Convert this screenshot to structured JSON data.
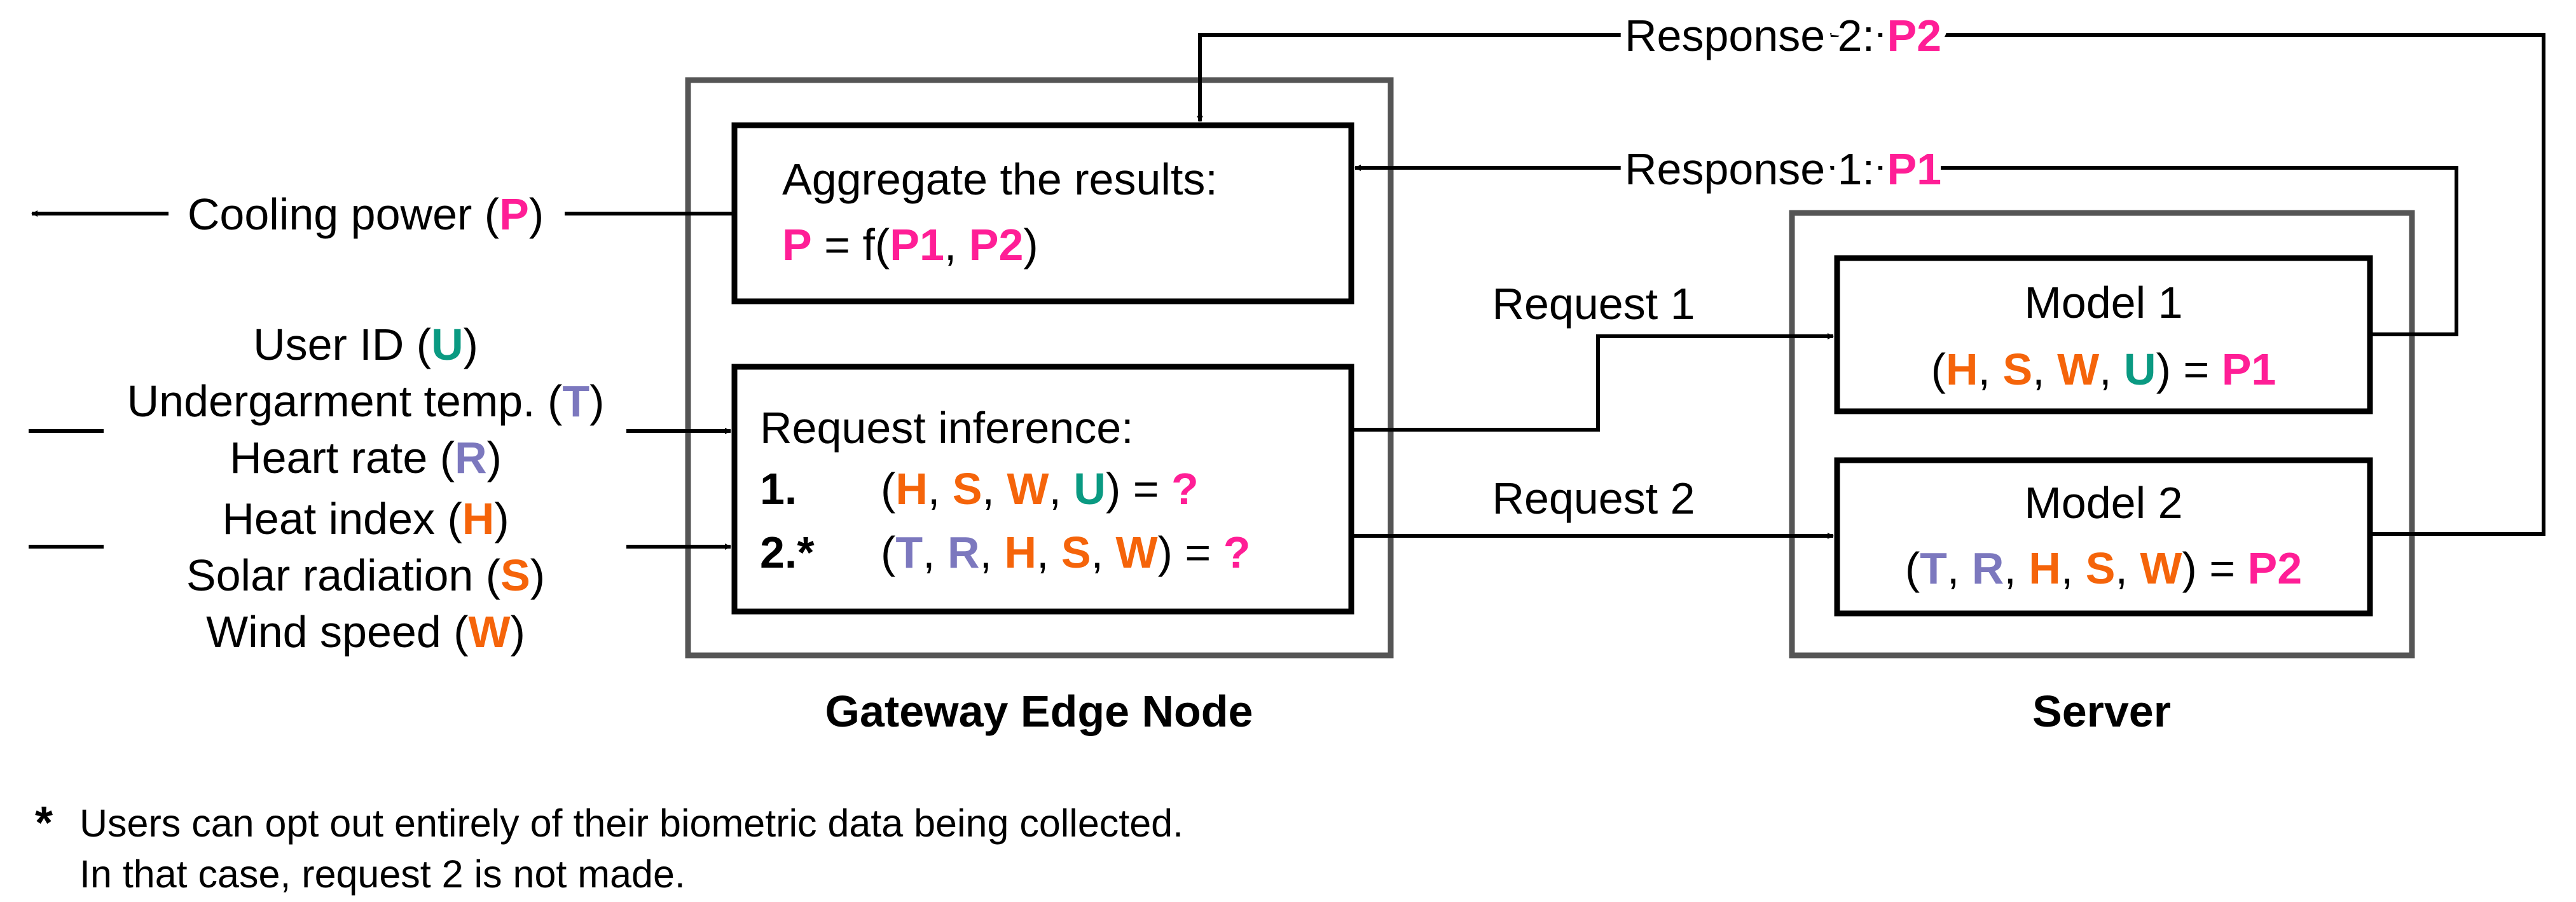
{
  "colors": {
    "P": "#ff1e96",
    "env": "#f5640a",
    "U": "#0a9a82",
    "bio": "#7c78be",
    "container_border": "#555555"
  },
  "containers": {
    "gateway": "Gateway Edge Node",
    "server": "Server"
  },
  "aggregate": {
    "title": "Aggregate the results:",
    "formula": {
      "out": "P",
      "eq": " = f(",
      "a": "P1",
      "sep": ", ",
      "b": "P2",
      "close": ")"
    }
  },
  "request_inference": {
    "title": "Request inference:",
    "line1": {
      "num": "1.",
      "open": "(",
      "H": "H",
      "S": "S",
      "W": "W",
      "U": "U",
      "close": ") = ",
      "q": "?"
    },
    "line2": {
      "num": "2.*",
      "open": "(",
      "T": "T",
      "R": "R",
      "H": "H",
      "S": "S",
      "W": "W",
      "close": ") = ",
      "q": "?"
    }
  },
  "model1": {
    "title": "Model 1",
    "formula": {
      "open": "(",
      "H": "H",
      "S": "S",
      "W": "W",
      "U": "U",
      "close": ") = ",
      "out": "P1"
    }
  },
  "model2": {
    "title": "Model 2",
    "formula": {
      "open": "(",
      "T": "T",
      "R": "R",
      "H": "H",
      "S": "S",
      "W": "W",
      "close": ") = ",
      "out": "P2"
    }
  },
  "edges": {
    "response2": {
      "label": "Response 2: ",
      "val": "P2"
    },
    "response1": {
      "label": "Response 1: ",
      "val": "P1"
    },
    "request1": "Request 1",
    "request2": "Request 2",
    "output": {
      "label": "Cooling power (",
      "val": "P",
      "close": ")"
    }
  },
  "inputs": {
    "user_id": {
      "label": "User ID (",
      "code": "U",
      "close": ")"
    },
    "undergarment": {
      "label": "Undergarment temp. (",
      "code": "T",
      "close": ")"
    },
    "heart_rate": {
      "label": "Heart rate (",
      "code": "R",
      "close": ")"
    },
    "heat_index": {
      "label": "Heat index (",
      "code": "H",
      "close": ")"
    },
    "solar": {
      "label": "Solar radiation (",
      "code": "S",
      "close": ")"
    },
    "wind": {
      "label": "Wind speed (",
      "code": "W",
      "close": ")"
    }
  },
  "footnote": {
    "marker": "*",
    "line1": "Users can opt out entirely of their biometric data being collected.",
    "line2": "In that case, request 2 is not made."
  }
}
